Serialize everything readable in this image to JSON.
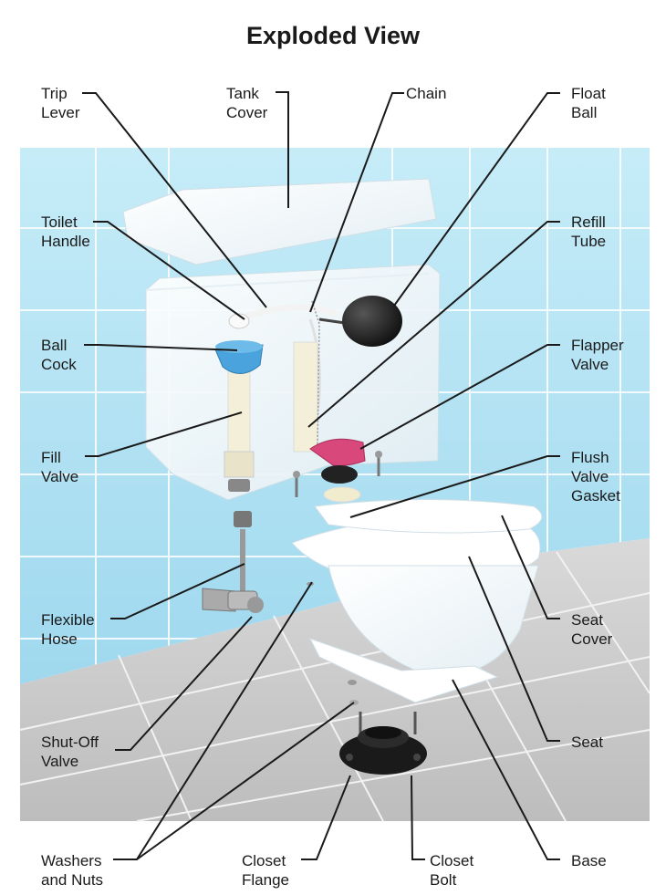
{
  "title": "Exploded View",
  "labels": {
    "trip_lever": [
      "Trip",
      "Lever"
    ],
    "tank_cover": [
      "Tank",
      "Cover"
    ],
    "chain": [
      "Chain"
    ],
    "float_ball": [
      "Float",
      "Ball"
    ],
    "toilet_handle": [
      "Toilet",
      "Handle"
    ],
    "refill_tube": [
      "Refill",
      "Tube"
    ],
    "ball_cock": [
      "Ball",
      "Cock"
    ],
    "flapper_valve": [
      "Flapper",
      "Valve"
    ],
    "fill_valve": [
      "Fill",
      "Valve"
    ],
    "flush_valve_gasket": [
      "Flush",
      "Valve",
      "Gasket"
    ],
    "flexible_hose": [
      "Flexible",
      "Hose"
    ],
    "seat_cover": [
      "Seat",
      "Cover"
    ],
    "shut_off_valve": [
      "Shut-Off",
      "Valve"
    ],
    "seat": [
      "Seat"
    ],
    "washers_and_nuts": [
      "Washers",
      "and Nuts"
    ],
    "closet_flange": [
      "Closet",
      "Flange"
    ],
    "closet_bolt": [
      "Closet",
      "Bolt"
    ],
    "base": [
      "Base"
    ]
  },
  "colors": {
    "wall_tile": "#aee0f2",
    "floor_tile": "#cfcfcf",
    "porcelain": "#ffffff",
    "ball_cock": "#4aa3dc",
    "flapper": "#d9487a",
    "float_ball": "#1e1e1e",
    "leader_line": "#1a1a1a"
  }
}
